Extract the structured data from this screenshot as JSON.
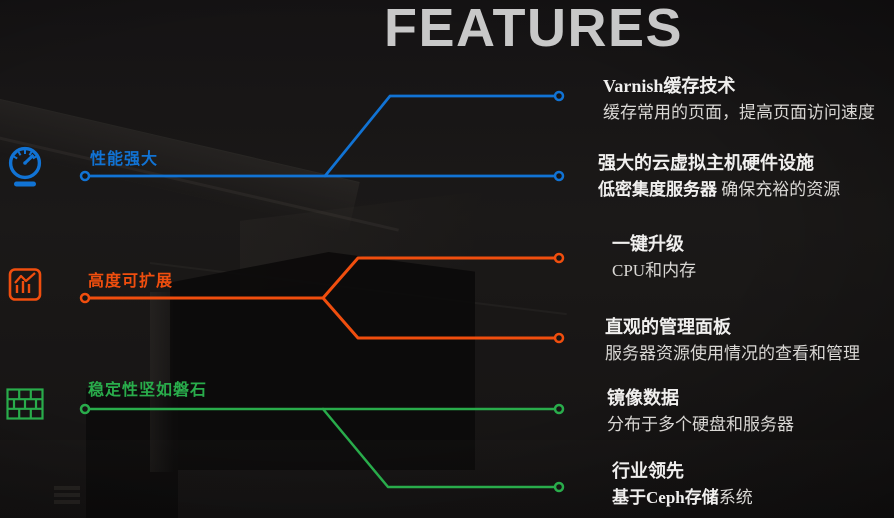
{
  "title": "FEATURES",
  "categories": [
    {
      "label": "性能强大",
      "color": "#1173d4",
      "icon": "speedometer-icon",
      "features": [
        {
          "heading": "Varnish缓存技术",
          "desc": "缓存常用的页面，提高页面访问速度"
        },
        {
          "heading": "强大的云虚拟主机硬件设施",
          "desc_strong": "低密集度服务器",
          "desc": " 确保充裕的资源"
        }
      ]
    },
    {
      "label": "高度可扩展",
      "color": "#f04e0e",
      "icon": "bar-chart-icon",
      "features": [
        {
          "heading": "一键升级",
          "desc": "CPU和内存"
        },
        {
          "heading": "直观的管理面板",
          "desc": "服务器资源使用情况的查看和管理"
        }
      ]
    },
    {
      "label": "稳定性坚如磐石",
      "color": "#29ac4b",
      "icon": "brick-wall-icon",
      "features": [
        {
          "heading": "镜像数据",
          "desc": "分布于多个硬盘和服务器"
        },
        {
          "heading": "行业领先",
          "desc_strong": "基于Ceph存储",
          "desc": "系统"
        }
      ]
    }
  ]
}
